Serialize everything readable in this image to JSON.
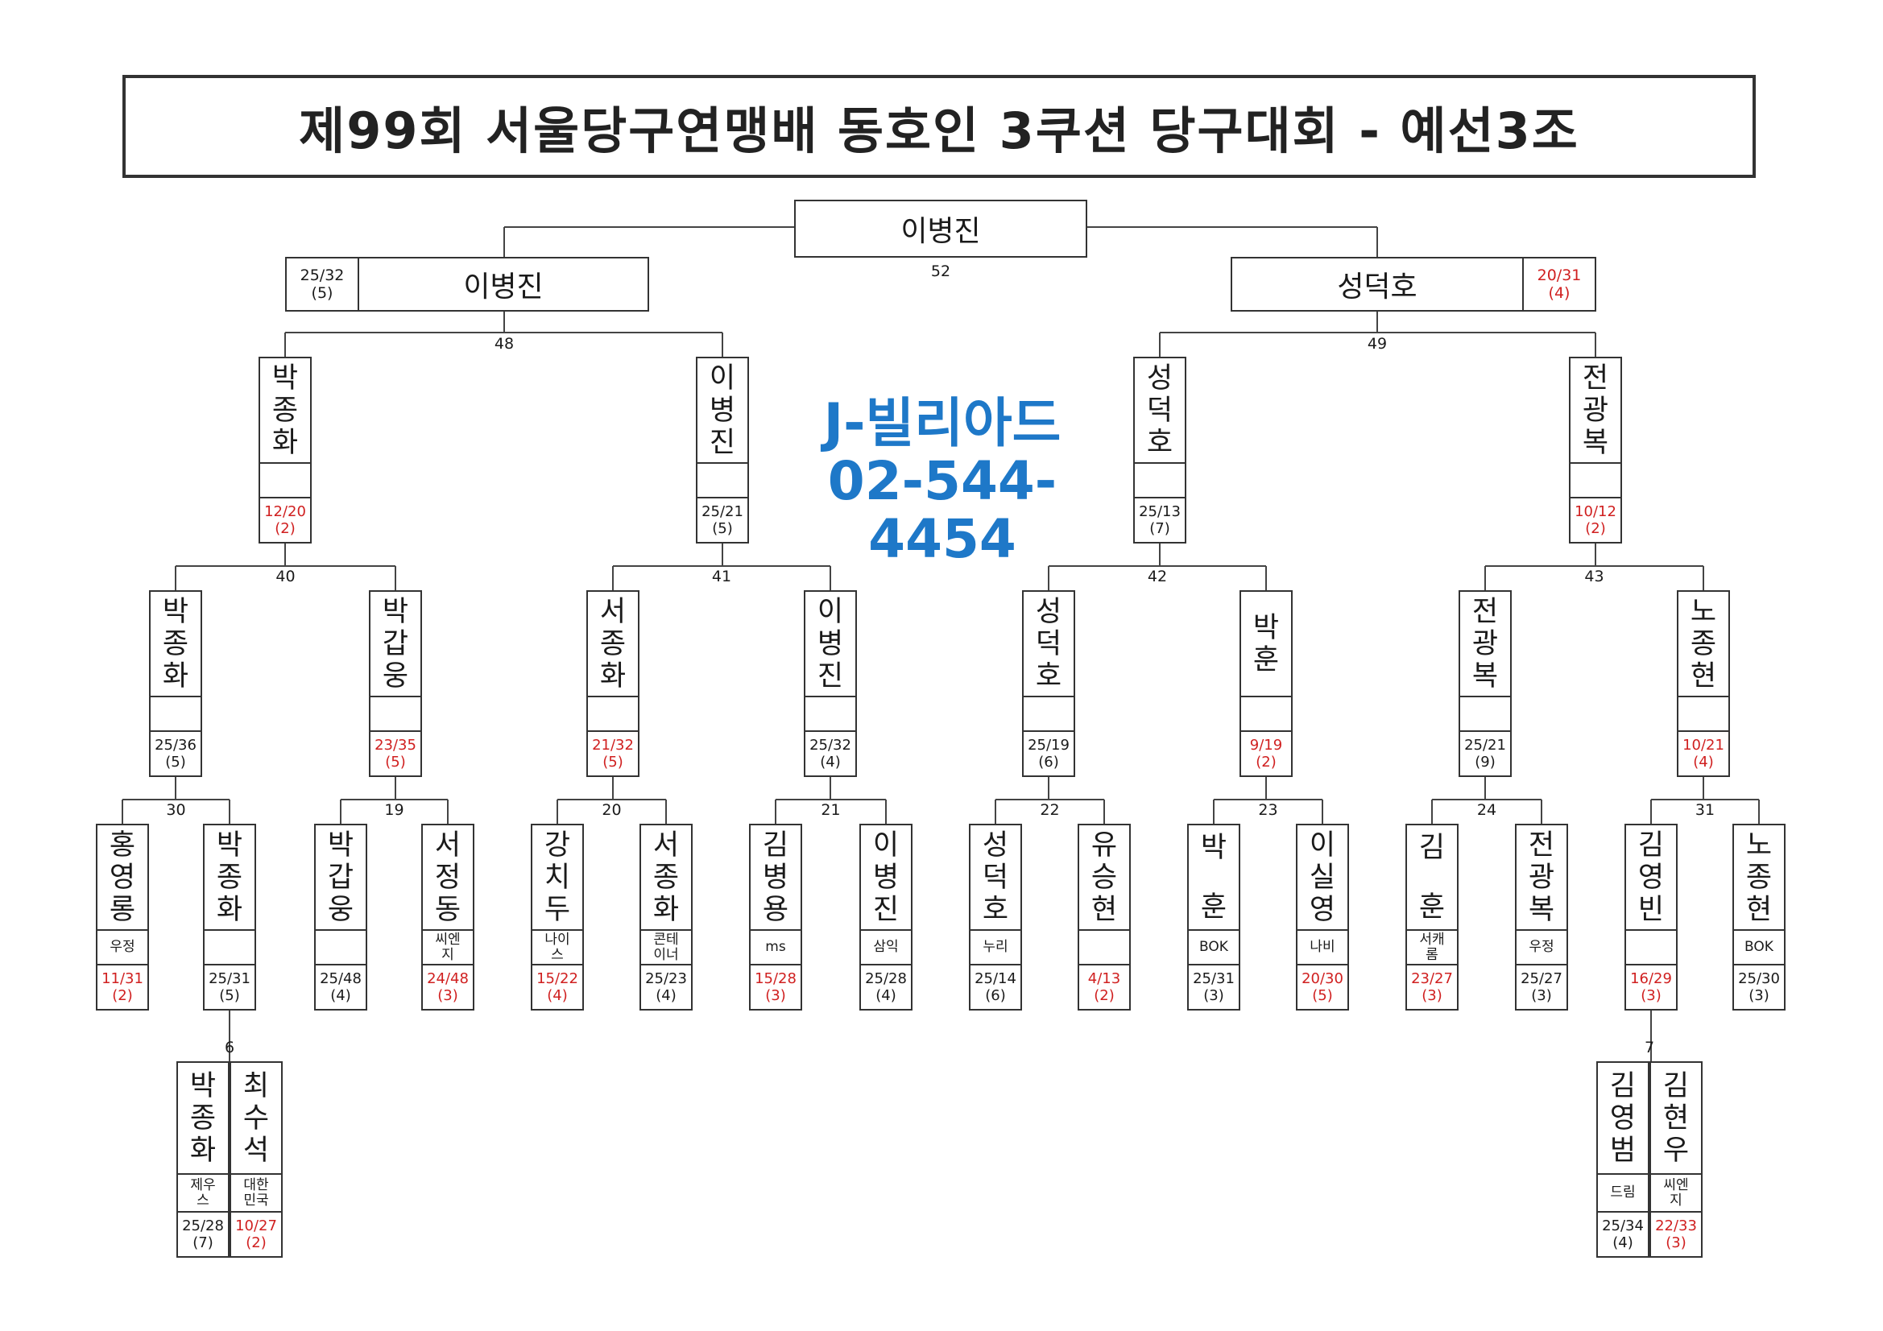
{
  "title": "제99회 서울당구연맹배 동호인 3쿠션 당구대회 - 예선3조",
  "sponsor": {
    "name": "J-빌리아드",
    "phone": "02-544-4454"
  },
  "final": {
    "winner": "이병진",
    "match_no": "52"
  },
  "semis": {
    "left": {
      "name": "이병진",
      "score": "25/32",
      "inn": "(5)",
      "lost": false
    },
    "right": {
      "name": "성덕호",
      "score": "20/31",
      "inn": "(4)",
      "lost": true
    },
    "left_match": "48",
    "right_match": "49"
  },
  "round3": [
    {
      "name": "박종화",
      "club": "",
      "score": "12/20",
      "inn": "(2)",
      "lost": true
    },
    {
      "name": "이병진",
      "club": "",
      "score": "25/21",
      "inn": "(5)",
      "lost": false
    },
    {
      "name": "성덕호",
      "club": "",
      "score": "25/13",
      "inn": "(7)",
      "lost": false
    },
    {
      "name": "전광복",
      "club": "",
      "score": "10/12",
      "inn": "(2)",
      "lost": true
    }
  ],
  "round3_matches": [
    "40",
    "41",
    "42",
    "43"
  ],
  "round2": [
    {
      "name": "박종화",
      "club": "",
      "score": "25/36",
      "inn": "(5)",
      "lost": false
    },
    {
      "name": "박갑웅",
      "club": "",
      "score": "23/35",
      "inn": "(5)",
      "lost": true
    },
    {
      "name": "서종화",
      "club": "",
      "score": "21/32",
      "inn": "(5)",
      "lost": true
    },
    {
      "name": "이병진",
      "club": "",
      "score": "25/32",
      "inn": "(4)",
      "lost": false
    },
    {
      "name": "성덕호",
      "club": "",
      "score": "25/19",
      "inn": "(6)",
      "lost": false
    },
    {
      "name": "박훈",
      "club": "",
      "score": "9/19",
      "inn": "(2)",
      "lost": true
    },
    {
      "name": "전광복",
      "club": "",
      "score": "25/21",
      "inn": "(9)",
      "lost": false
    },
    {
      "name": "노종현",
      "club": "",
      "score": "10/21",
      "inn": "(4)",
      "lost": true
    }
  ],
  "round1_matches": [
    "30",
    "19",
    "20",
    "21",
    "22",
    "23",
    "24",
    "31"
  ],
  "round1": [
    {
      "name": "홍영롱",
      "club": "우정",
      "score": "11/31",
      "inn": "(2)",
      "lost": true
    },
    {
      "name": "박종화",
      "club": "",
      "score": "25/31",
      "inn": "(5)",
      "lost": false
    },
    {
      "name": "박갑웅",
      "club": "",
      "score": "25/48",
      "inn": "(4)",
      "lost": false
    },
    {
      "name": "서정동",
      "club": "씨엔지",
      "score": "24/48",
      "inn": "(3)",
      "lost": true
    },
    {
      "name": "강치두",
      "club": "나이스",
      "score": "15/22",
      "inn": "(4)",
      "lost": true
    },
    {
      "name": "서종화",
      "club": "콘테이너",
      "score": "25/23",
      "inn": "(4)",
      "lost": false
    },
    {
      "name": "김병용",
      "club": "ms",
      "score": "15/28",
      "inn": "(3)",
      "lost": true
    },
    {
      "name": "이병진",
      "club": "삼익",
      "score": "25/28",
      "inn": "(4)",
      "lost": false
    },
    {
      "name": "성덕호",
      "club": "누리",
      "score": "25/14",
      "inn": "(6)",
      "lost": false
    },
    {
      "name": "유승현",
      "club": "",
      "score": "4/13",
      "inn": "(2)",
      "lost": true
    },
    {
      "name": "박 훈",
      "club": "BOK",
      "score": "25/31",
      "inn": "(3)",
      "lost": false
    },
    {
      "name": "이실영",
      "club": "나비",
      "score": "20/30",
      "inn": "(5)",
      "lost": true
    },
    {
      "name": "김 훈",
      "club": "서캐롬",
      "score": "23/27",
      "inn": "(3)",
      "lost": true
    },
    {
      "name": "전광복",
      "club": "우정",
      "score": "25/27",
      "inn": "(3)",
      "lost": false
    },
    {
      "name": "김영빈",
      "club": "",
      "score": "16/29",
      "inn": "(3)",
      "lost": true
    },
    {
      "name": "노종현",
      "club": "BOK",
      "score": "25/30",
      "inn": "(3)",
      "lost": false
    }
  ],
  "prelim_matches": [
    "6",
    "7"
  ],
  "prelim": [
    {
      "name": "박종화",
      "club": "제우스",
      "score": "25/28",
      "inn": "(7)",
      "lost": false
    },
    {
      "name": "최수석",
      "club": "대한민국",
      "score": "10/27",
      "inn": "(2)",
      "lost": true
    },
    {
      "name": "김영범",
      "club": "드림",
      "score": "25/34",
      "inn": "(4)",
      "lost": false
    },
    {
      "name": "김현우",
      "club": "씨엔지",
      "score": "22/33",
      "inn": "(3)",
      "lost": true
    }
  ]
}
